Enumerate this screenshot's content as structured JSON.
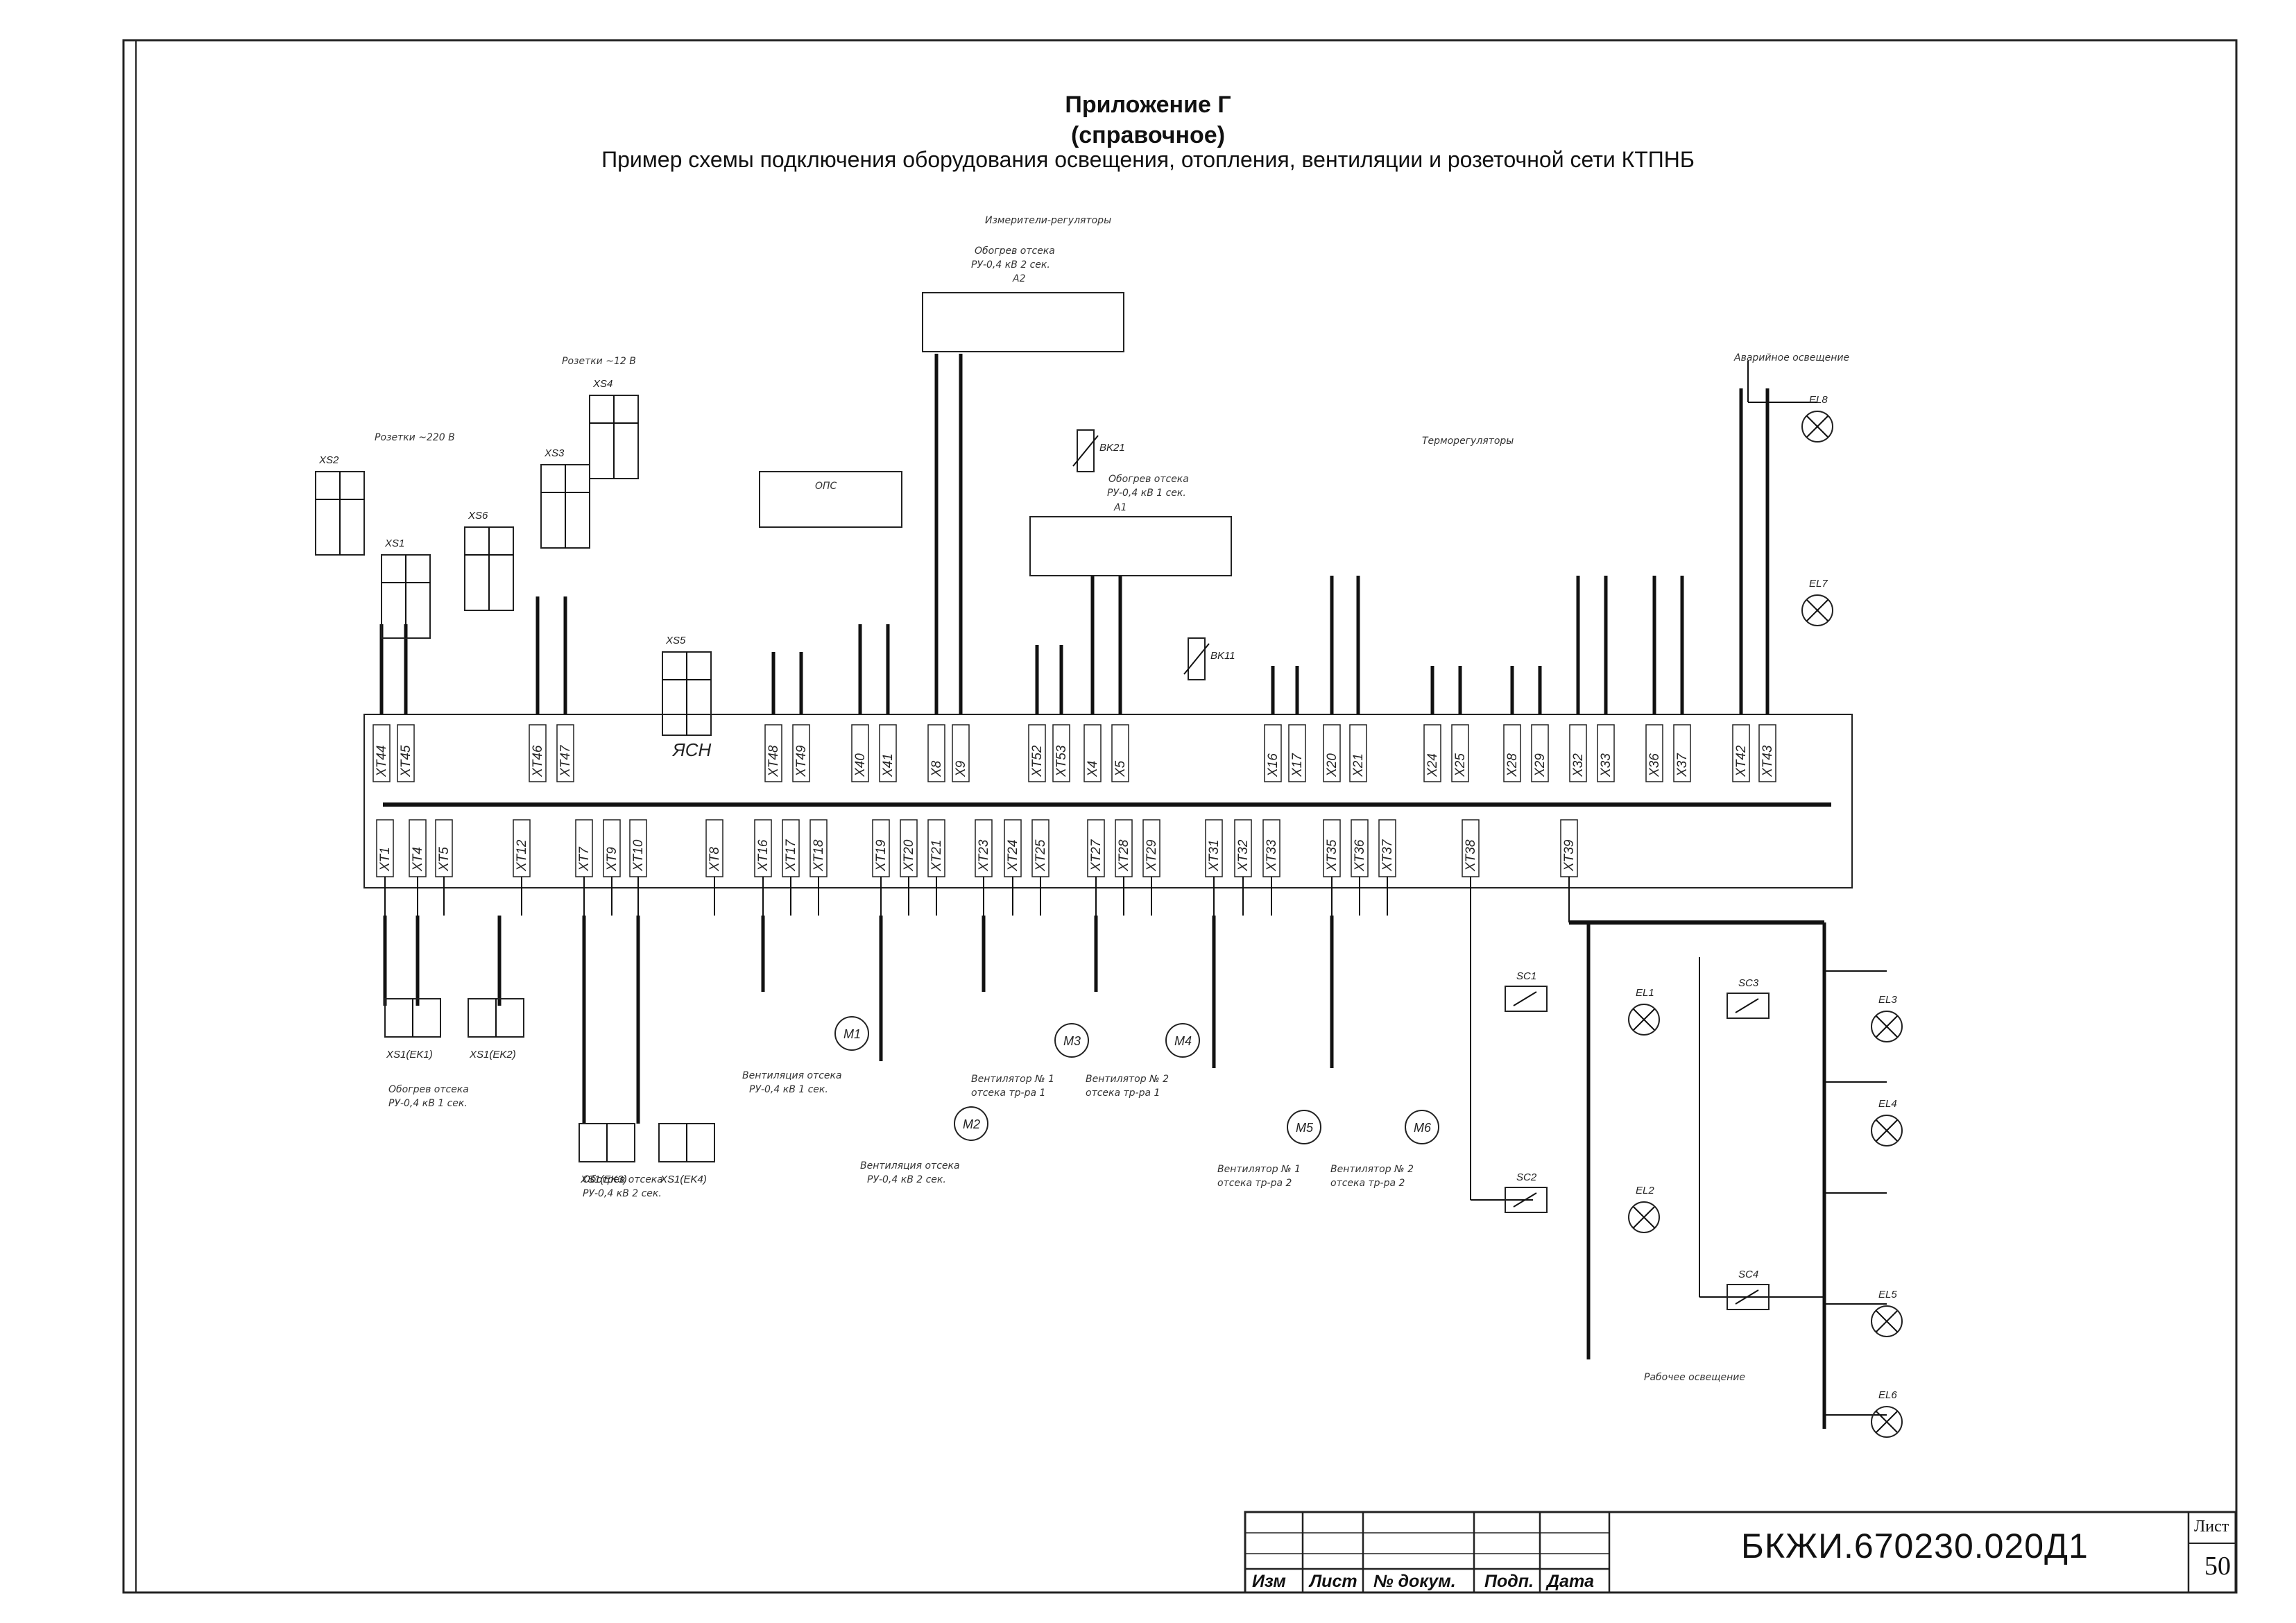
{
  "header": {
    "title": "Приложение Г",
    "subtitle": "(справочное)",
    "description": "Пример схемы подключения оборудования освещения, отопления, вентиляции и розеточной сети КТПНБ"
  },
  "board": {
    "label": "ЯСН"
  },
  "captions": {
    "izm_reg": "Измерители-регуляторы",
    "a2_line1": "Обогрев отсека",
    "a2_line2": "РУ-0,4 кВ 2 сек.",
    "a2_tag": "А2",
    "rozetki_12": "Розетки ~12 В",
    "rozetki_220": "Розетки ~220 В",
    "ops": "ОПС",
    "a1_line1": "Обогрев отсека",
    "a1_line2": "РУ-0,4 кВ 1 сек.",
    "a1_tag": "А1",
    "termoreg": "Терморегуляторы",
    "avar": "Аварийное освещение",
    "rabochee": "Рабочее освещение",
    "obogrev1_l1": "Обогрев отсека",
    "obogrev1_l2": "РУ-0,4 кВ 1 сек.",
    "obogrev2_l1": "Обогрев отсека",
    "obogrev2_l2": "РУ-0,4 кВ 2 сек.",
    "vent1_l1": "Вентиляция отсека",
    "vent1_l2": "РУ-0,4 кВ 1 сек.",
    "vent2_l1": "Вентиляция отсека",
    "vent2_l2": "РУ-0,4 кВ 2 сек.",
    "vt1_l1": "Вентилятор № 1",
    "vt1_l2": "отсека тр-ра 1",
    "vt2_l1": "Вентилятор № 2",
    "vt2_l2": "отсека тр-ра 1",
    "vt3_l1": "Вентилятор № 1",
    "vt3_l2": "отсека тр-ра 2",
    "vt4_l1": "Вентилятор № 2",
    "vt4_l2": "отсека тр-ра 2"
  },
  "devices": {
    "sockets": [
      "XS2",
      "XS1",
      "XS6",
      "XS3",
      "XS4",
      "XS5"
    ],
    "heaters": [
      "XS1(EK1)",
      "XS1(EK2)",
      "XS1(EK3)",
      "XS1(EK4)"
    ],
    "motors": [
      "M1",
      "M2",
      "M3",
      "M4",
      "M5",
      "M6"
    ],
    "lamps": [
      "EL1",
      "EL2",
      "EL3",
      "EL4",
      "EL5",
      "EL6",
      "EL7",
      "EL8"
    ],
    "switches": [
      "SC1",
      "SC2",
      "SC3",
      "SC4"
    ],
    "sensors": [
      "BK21",
      "BK11"
    ]
  },
  "terminals_top": [
    "XT44",
    "XT45",
    "XT46",
    "XT47",
    "XT48",
    "XT49",
    "X40",
    "X41",
    "X8",
    "X9",
    "XT52",
    "XT53",
    "X4",
    "X5",
    "X16",
    "X17",
    "X20",
    "X21",
    "X24",
    "X25",
    "X28",
    "X29",
    "X32",
    "X33",
    "X36",
    "X37",
    "XT42",
    "XT43"
  ],
  "terminals_bottom": [
    "XT1",
    "XT4",
    "XT5",
    "XT12",
    "XT7",
    "XT9",
    "XT10",
    "XT8",
    "XT16",
    "XT17",
    "XT18",
    "XT19",
    "XT20",
    "XT21",
    "XT23",
    "XT24",
    "XT25",
    "XT27",
    "XT28",
    "XT29",
    "XT31",
    "XT32",
    "XT33",
    "XT35",
    "XT36",
    "XT37",
    "XT38",
    "XT39"
  ],
  "title_block": {
    "cells": [
      "Изм",
      "Лист",
      "№ докум.",
      "Подп.",
      "Дата"
    ],
    "doc_number": "БКЖИ.670230.020Д1",
    "sheet_label": "Лист",
    "sheet_number": "50"
  },
  "colors": {
    "ink": "#111111",
    "line": "#222222",
    "paper": "#ffffff"
  }
}
